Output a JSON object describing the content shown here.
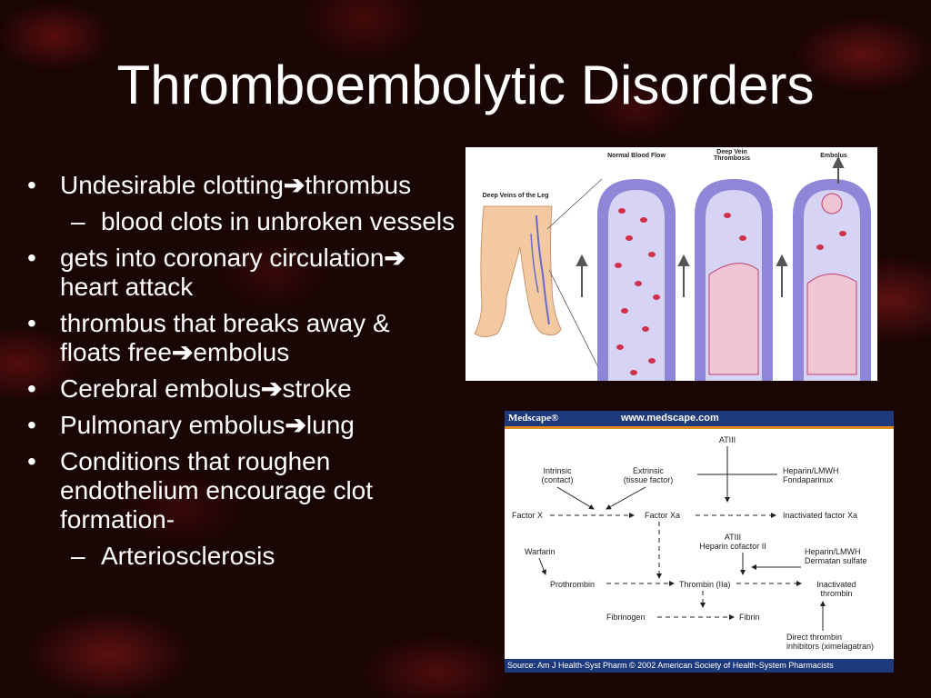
{
  "slide": {
    "title": "Thromboembolytic Disorders",
    "bullets": [
      {
        "level": 1,
        "text": "Undesirable clotting",
        "arrow_to": "thrombus"
      },
      {
        "level": 2,
        "text": "blood clots in unbroken vessels"
      },
      {
        "level": 1,
        "text": "gets into coronary circulation",
        "arrow_to": "heart attack"
      },
      {
        "level": 1,
        "text": "thrombus that breaks away & floats free",
        "arrow_to": "embolus"
      },
      {
        "level": 1,
        "text": "Cerebral embolus",
        "arrow_to": "stroke"
      },
      {
        "level": 1,
        "text": "Pulmonary embolus",
        "arrow_to": "lung"
      },
      {
        "level": 1,
        "text": "Conditions that roughen endothelium encourage clot formation-"
      },
      {
        "level": 2,
        "text": "Arteriosclerosis"
      }
    ],
    "arrow_glyph": "➔"
  },
  "dvt_figure": {
    "labels": {
      "deep_veins": "Deep Veins of the Leg",
      "normal": "Normal Blood Flow",
      "dvt": "Deep Vein Thrombosis",
      "embolus": "Embolus"
    },
    "colors": {
      "vessel": "#8f86d8",
      "lumen": "#c9c6f0",
      "rbc": "#d0304a",
      "clot": "#e8b8c8"
    }
  },
  "medscape_figure": {
    "brand": "Medscape®",
    "url": "www.medscape.com",
    "nodes": {
      "atiii_top": "ATIII",
      "intrinsic": "Intrinsic\n(contact)",
      "extrinsic": "Extrinsic\n(tissue factor)",
      "heparin1": "Heparin/LMWH\nFondaparinux",
      "factor_x": "Factor X",
      "factor_xa": "Factor Xa",
      "inactivated_xa": "Inactivated factor Xa",
      "atiii_cof": "ATIII\nHeparin cofactor II",
      "warfarin": "Warfarin",
      "heparin2": "Heparin/LMWH\nDermatan sulfate",
      "prothrombin": "Prothrombin",
      "thrombin": "Thrombin (IIa)",
      "inactivated_thrombin": "Inactivated\nthrombin",
      "fibrinogen": "Fibrinogen",
      "fibrin": "Fibrin",
      "direct": "Direct thrombin\ninhibitors (ximelagatran)"
    },
    "source": "Source: Am J Health-Syst Pharm © 2002 American Society of Health-System Pharmacists",
    "colors": {
      "header": "#1f3a7a",
      "accent": "#e08a1e"
    }
  }
}
